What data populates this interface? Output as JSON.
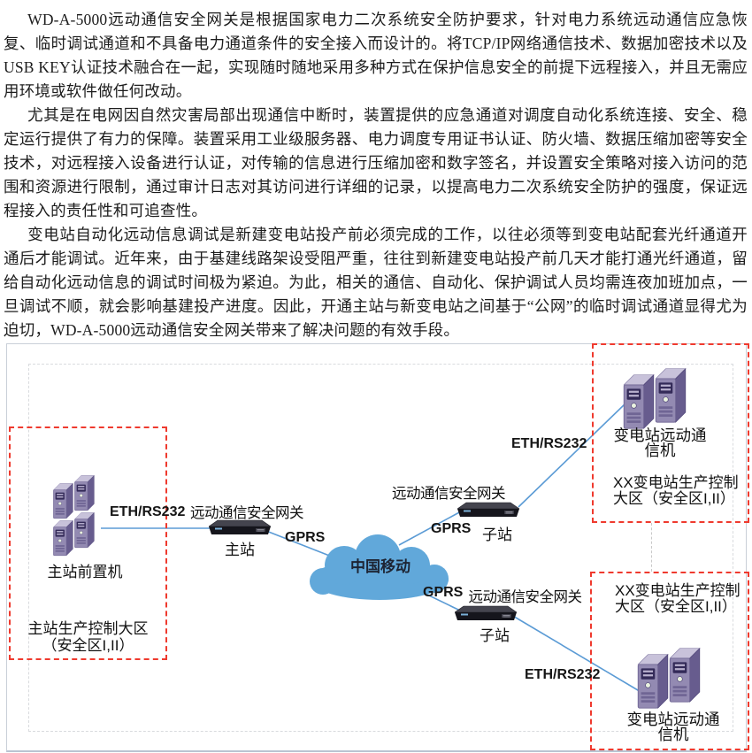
{
  "document": {
    "paragraphs": [
      "WD-A-5000远动通信安全网关是根据国家电力二次系统安全防护要求，针对电力系统远动通信应急恢复、临时调试通道和不具备电力通道条件的安全接入而设计的。将TCP/IP网络通信技术、数据加密技术以及USB KEY认证技术融合在一起，实现随时随地采用多种方式在保护信息安全的前提下远程接入，并且无需应用环境或软件做任何改动。",
      "尤其是在电网因自然灾害局部出现通信中断时，装置提供的应急通道对调度自动化系统连接、安全、稳定运行提供了有力的保障。装置采用工业级服务器、电力调度专用证书认证、防火墙、数据压缩加密等安全技术，对远程接入设备进行认证，对传输的信息进行压缩加密和数字签名，并设置安全策略对接入访问的范围和资源进行限制，通过审计日志对其访问进行详细的记录，以提高电力二次系统安全防护的强度，保证远程接入的责任性和可追查性。",
      "变电站自动化远动信息调试是新建变电站投产前必须完成的工作，以往必须等到变电站配套光纤通道开通后才能调试。近年来，由于基建线路架设受阻严重，往往到新建变电站投产前几天才能打通光纤通道，留给自动化远动信息的调试时间极为紧迫。为此，相关的通信、自动化、保护调试人员均需连夜加班加点，一旦调试不顺，就会影响基建投产进度。因此，开通主站与新变电站之间基于“公网”的临时调试通道显得尤为迫切，WD-A-5000远动通信安全网关带来了解决问题的有效手段。"
    ]
  },
  "diagram": {
    "colors": {
      "link_blue": "#5B9BD5",
      "cloud_blue": "#61A8DA",
      "zone_red": "#EF3A2E",
      "server_purple": "#938AB2",
      "frame_gray": "#C9CFD8"
    },
    "zones": {
      "master": {
        "line1": "主站生产控制大区",
        "line2": "（安全区I,II）"
      },
      "substation_top": {
        "line1": "XX变电站生产控制",
        "line2": "大区（安全区I,II）"
      },
      "substation_bottom": {
        "line1": "XX变电站生产控制",
        "line2": "大区（安全区I,II）"
      }
    },
    "nodes": {
      "front_end": {
        "label": "主站前置机"
      },
      "master_gateway": {
        "title": "远动通信安全网关",
        "label": "主站"
      },
      "cloud": {
        "label": "中国移动"
      },
      "sub_gateway_top": {
        "title": "远动通信安全网关",
        "label": "子站"
      },
      "sub_gateway_bottom": {
        "title": "远动通信安全网关",
        "label": "子站"
      },
      "substation_server_top": {
        "label": "变电站远动通\n信机"
      },
      "substation_server_bottom": {
        "label": "变电站远动通\n信机"
      }
    },
    "links": {
      "eth_left": "ETH/RS232",
      "eth_top": "ETH/RS232",
      "eth_bottom": "ETH/RS232",
      "gprs_master": "GPRS",
      "gprs_top": "GPRS",
      "gprs_bottom": "GPRS"
    }
  }
}
